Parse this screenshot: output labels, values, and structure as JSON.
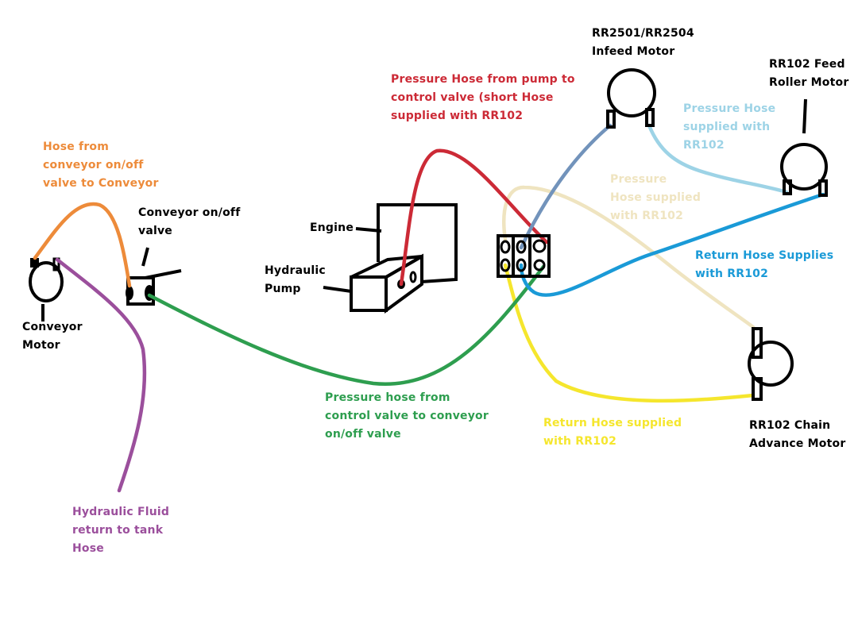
{
  "diagram": {
    "title": "Hydraulic hose connection diagram",
    "colors": {
      "outline": "#000000",
      "background": "#ffffff"
    },
    "components": [
      {
        "id": "conveyor-motor",
        "label_lines": [
          "Conveyor",
          "Motor"
        ]
      },
      {
        "id": "conveyor-valve",
        "label_lines": [
          "Conveyor on/off",
          "valve"
        ]
      },
      {
        "id": "engine",
        "label_lines": [
          "Engine"
        ]
      },
      {
        "id": "hydraulic-pump",
        "label_lines": [
          "Hydraulic",
          "Pump"
        ]
      },
      {
        "id": "infeed-motor",
        "label_lines": [
          "RR2501/RR2504",
          "Infeed Motor"
        ]
      },
      {
        "id": "feed-roller-motor",
        "label_lines": [
          "RR102 Feed",
          "Roller Motor"
        ]
      },
      {
        "id": "chain-advance-motor",
        "label_lines": [
          "RR102 Chain",
          "Advance Motor"
        ]
      }
    ],
    "hoses": [
      {
        "id": "conveyor-hose",
        "color": "#ed8b3a",
        "label_lines": [
          "Hose from",
          "conveyor on/off",
          "valve to Conveyor"
        ]
      },
      {
        "id": "tank-return-hose",
        "color": "#9b4f9c",
        "label_lines": [
          "Hydraulic Fluid",
          "return to tank",
          "Hose"
        ]
      },
      {
        "id": "valve-to-conveyor-hose",
        "color": "#2e9e4f",
        "label_lines": [
          "Pressure hose from",
          "control valve to conveyor",
          "on/off valve"
        ]
      },
      {
        "id": "pump-to-valve-hose",
        "color": "#cc2a36",
        "label_lines": [
          "Pressure Hose from pump to",
          "control valve (short Hose",
          "supplied with RR102"
        ]
      },
      {
        "id": "infeed-return-hose",
        "color": "#7293bb",
        "label_lines": []
      },
      {
        "id": "feed-roller-pressure-hose",
        "color": "#9dd3e6",
        "label_lines": [
          "Pressure Hose",
          "supplied with",
          " RR102"
        ]
      },
      {
        "id": "chain-pressure-hose",
        "color": "#efe4c0",
        "label_lines": [
          "Pressure",
          "Hose supplied",
          "with RR102"
        ]
      },
      {
        "id": "feed-roller-return-hose",
        "color": "#1a9ad7",
        "label_lines": [
          "Return Hose Supplies",
          "with RR102"
        ]
      },
      {
        "id": "chain-return-hose",
        "color": "#f5e62d",
        "label_lines": [
          "Return Hose supplied",
          "with RR102"
        ]
      }
    ]
  }
}
